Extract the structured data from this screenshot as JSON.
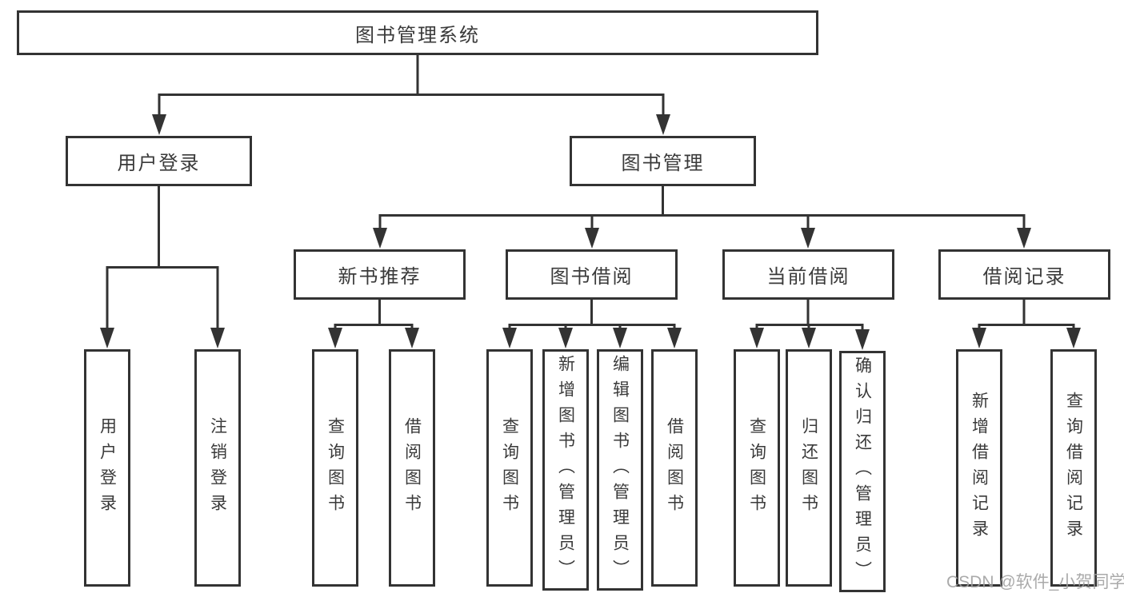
{
  "tree": {
    "root": {
      "label": "图书管理系统",
      "children": [
        {
          "label": "用户登录",
          "children": [
            {
              "label": "用户登录"
            },
            {
              "label": "注销登录"
            }
          ]
        },
        {
          "label": "图书管理",
          "children": [
            {
              "label": "新书推荐",
              "children": [
                {
                  "label": "查询图书"
                },
                {
                  "label": "借阅图书"
                }
              ]
            },
            {
              "label": "图书借阅",
              "children": [
                {
                  "label": "查询图书"
                },
                {
                  "label": "新增图书（管理员）"
                },
                {
                  "label": "编辑图书（管理员）"
                },
                {
                  "label": "借阅图书"
                }
              ]
            },
            {
              "label": "当前借阅",
              "children": [
                {
                  "label": "查询图书"
                },
                {
                  "label": "归还图书"
                },
                {
                  "label": "确认归还（管理员）"
                }
              ]
            },
            {
              "label": "借阅记录",
              "children": [
                {
                  "label": "新增借阅记录"
                },
                {
                  "label": "查询借阅记录"
                }
              ]
            }
          ]
        }
      ]
    }
  },
  "watermark": {
    "text": "CSDN @软件_小贺同学"
  },
  "colors": {
    "line": "#333333",
    "box_border": "#333333",
    "text": "#3a3a3a",
    "background": "#ffffff",
    "watermark": "#9e9e9e"
  }
}
